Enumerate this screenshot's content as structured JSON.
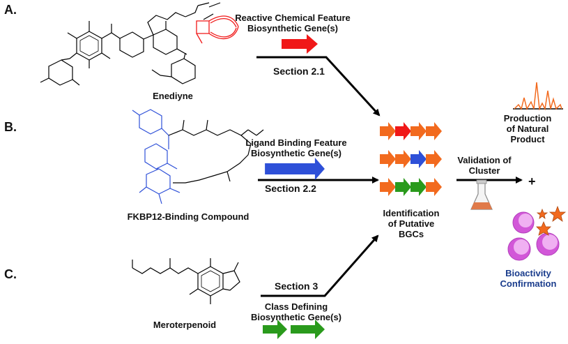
{
  "panels": [
    {
      "letter": "A.",
      "compound": "Enediyne",
      "feature": [
        "Reactive Chemical Feature",
        "Biosynthetic Gene(s)"
      ],
      "section": "Section 2.1"
    },
    {
      "letter": "B.",
      "compound": "FKBP12-Binding Compound",
      "feature": [
        "Ligand Binding Feature",
        "Biosynthetic Gene(s)"
      ],
      "section": "Section 2.2"
    },
    {
      "letter": "C.",
      "compound": "Meroterpenoid",
      "feature": [
        "Class Defining",
        "Biosynthetic Gene(s)"
      ],
      "section": "Section 3"
    }
  ],
  "center": {
    "identification": [
      "Identification",
      "of Putative",
      "BGCs"
    ]
  },
  "validation": [
    "Validation of",
    "Cluster"
  ],
  "right": {
    "production": [
      "Production",
      "of Natural",
      "Product"
    ],
    "plus": "+",
    "bioactivity": [
      "Bioactivity",
      "Confirmation"
    ]
  },
  "colors": {
    "red": "#f01818",
    "blue": "#2e50d8",
    "green": "#2a9a1c",
    "orange": "#f26a1e",
    "magenta": "#d257d8"
  }
}
